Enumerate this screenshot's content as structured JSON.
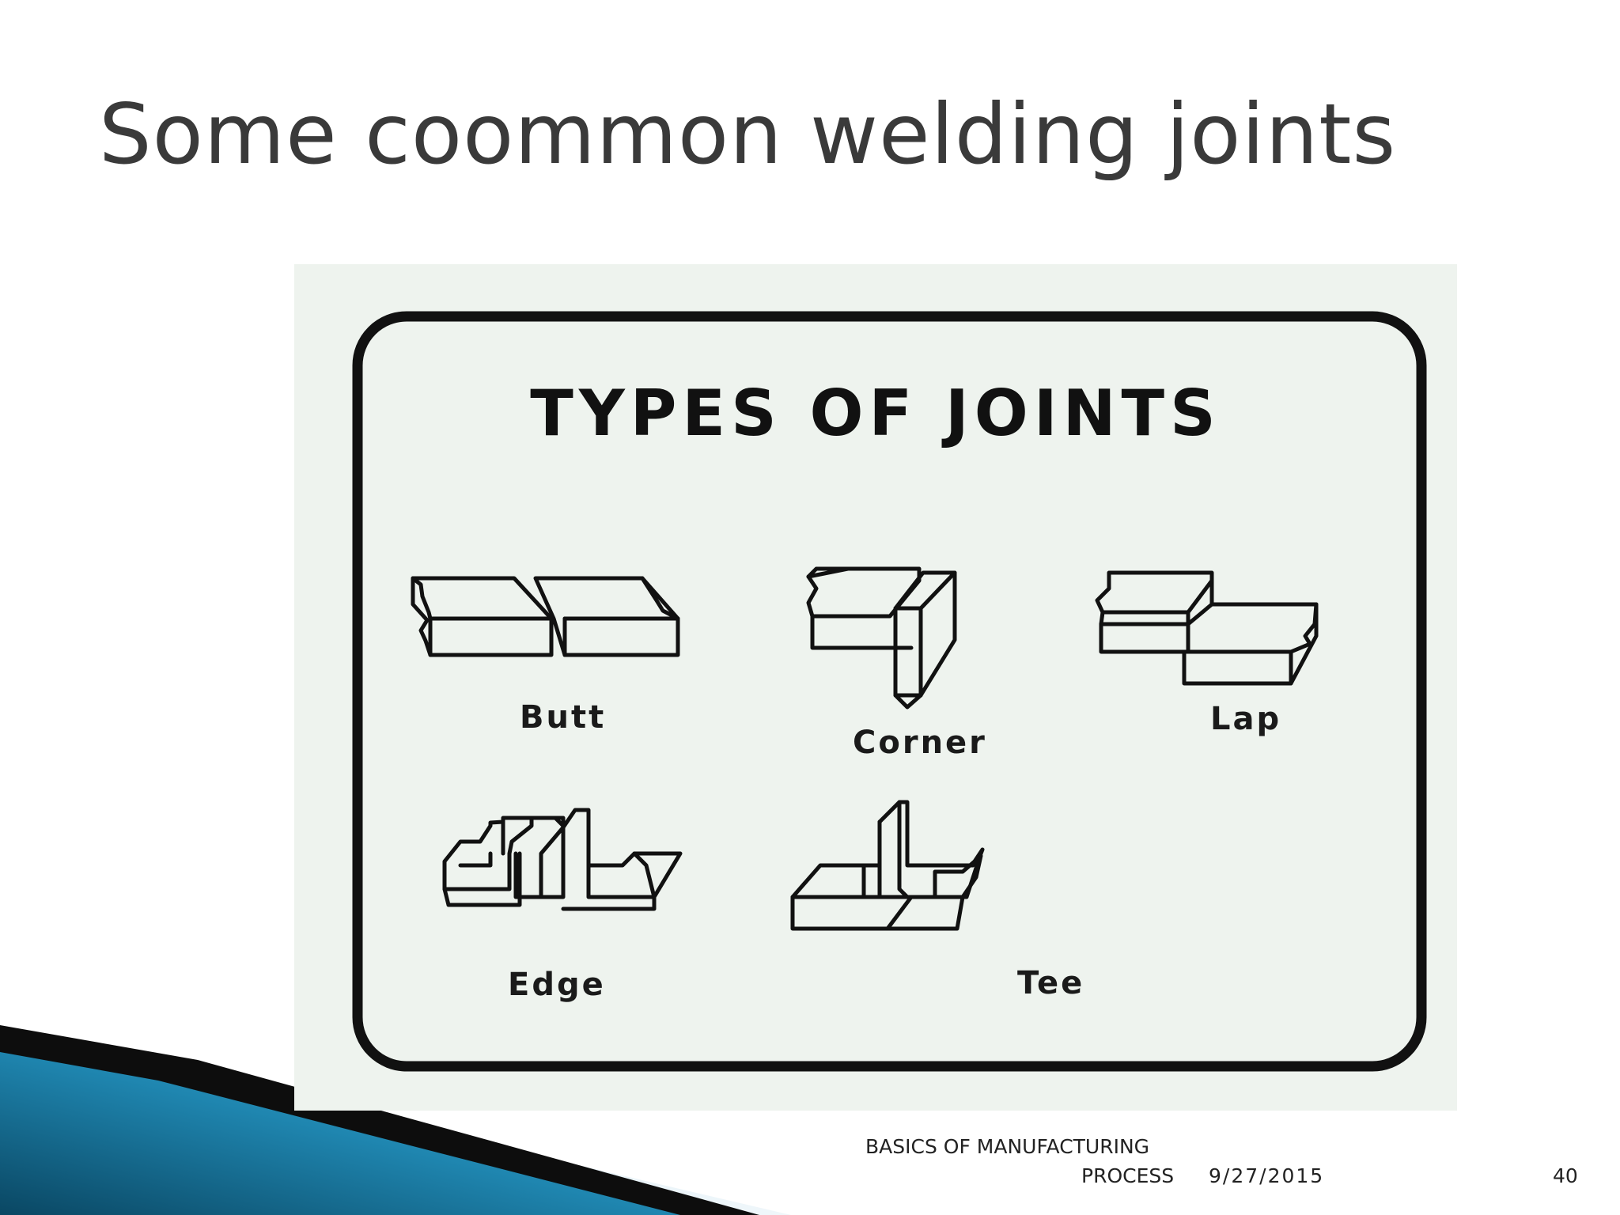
{
  "slide": {
    "title": "Some coommon welding joints"
  },
  "figure": {
    "title": "TYPES OF JOINTS",
    "joints": {
      "butt": "Butt",
      "corner": "Corner",
      "lap": "Lap",
      "edge": "Edge",
      "tee": "Tee"
    }
  },
  "footer": {
    "course_line1": "BASICS OF MANUFACTURING",
    "course_line2": "PROCESS",
    "date": "9/27/2015",
    "page_number": "40"
  },
  "colors": {
    "accent_dark": "#0b4f70",
    "accent_mid": "#1b84ad",
    "accent_light": "#55b8dc"
  }
}
